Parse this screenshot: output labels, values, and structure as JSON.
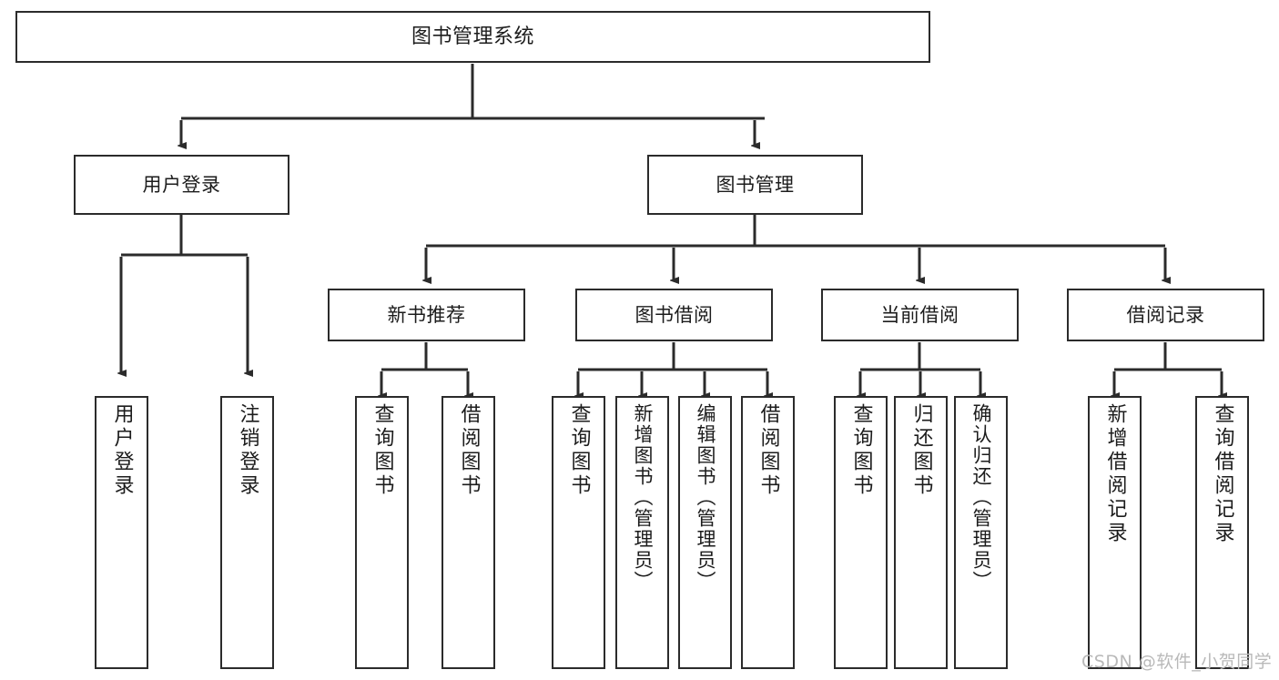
{
  "diagram": {
    "title": "图书管理系统",
    "type": "hierarchy-tree",
    "colors": {
      "box_border": "#2b2b2b",
      "box_fill": "#ffffff",
      "connector": "#2b2b2b",
      "text": "#1c1c1c",
      "watermark": "#b9b9b9"
    },
    "nodes": {
      "root": {
        "label": "图书管理系统"
      },
      "level2": [
        {
          "label": "用户登录"
        },
        {
          "label": "图书管理"
        }
      ],
      "level3": [
        {
          "label": "新书推荐"
        },
        {
          "label": "图书借阅"
        },
        {
          "label": "当前借阅"
        },
        {
          "label": "借阅记录"
        }
      ],
      "leaves": {
        "user_login": [
          {
            "label": "用户登录"
          },
          {
            "label": "注销登录"
          }
        ],
        "new_book_recommend": [
          {
            "label": "查询图书"
          },
          {
            "label": "借阅图书"
          }
        ],
        "book_borrow": [
          {
            "label": "查询图书"
          },
          {
            "label": "新增图书（管理员）"
          },
          {
            "label": "编辑图书（管理员）"
          },
          {
            "label": "借阅图书"
          }
        ],
        "current_borrow": [
          {
            "label": "查询图书"
          },
          {
            "label": "归还图书"
          },
          {
            "label": "确认归还（管理员）"
          }
        ],
        "borrow_record": [
          {
            "label": "新增借阅记录"
          },
          {
            "label": "查询借阅记录"
          }
        ]
      }
    },
    "watermark": "CSDN @软件_小贺同学"
  }
}
